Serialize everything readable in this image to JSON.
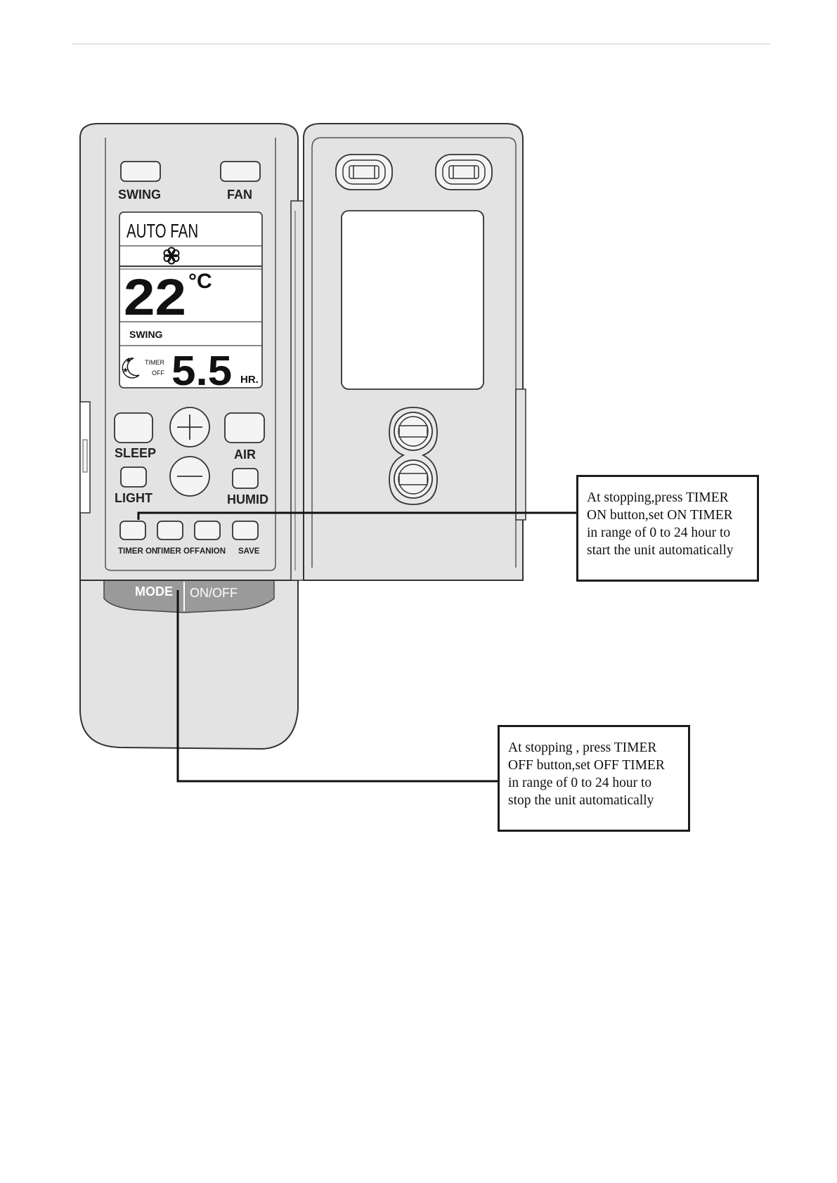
{
  "remote": {
    "buttons": {
      "swing": "SWING",
      "fan": "FAN",
      "sleep": "SLEEP",
      "air": "AIR",
      "light": "LIGHT",
      "humid": "HUMID",
      "timer_on": "TIMER ON",
      "timer_off": "TIMER OFF",
      "anion": "ANION",
      "save": "SAVE",
      "mode": "MODE",
      "on_off": "ON/OFF"
    },
    "display": {
      "fan_mode": "AUTO FAN",
      "temperature": "22",
      "temp_unit": "°C",
      "swing": "SWING",
      "timer": "TIMER",
      "timer_state": "OFF",
      "timer_value": "5.5",
      "timer_unit": "HR."
    }
  },
  "callouts": {
    "timer_on": [
      "At stopping,press TIMER",
      "ON button,set ON TIMER",
      "in range of 0 to 24 hour to",
      "start the unit automatically"
    ],
    "timer_off": [
      "At stopping , press TIMER",
      "OFF button,set OFF TIMER",
      "in range of 0 to 24 hour to",
      "stop the unit automatically"
    ]
  }
}
